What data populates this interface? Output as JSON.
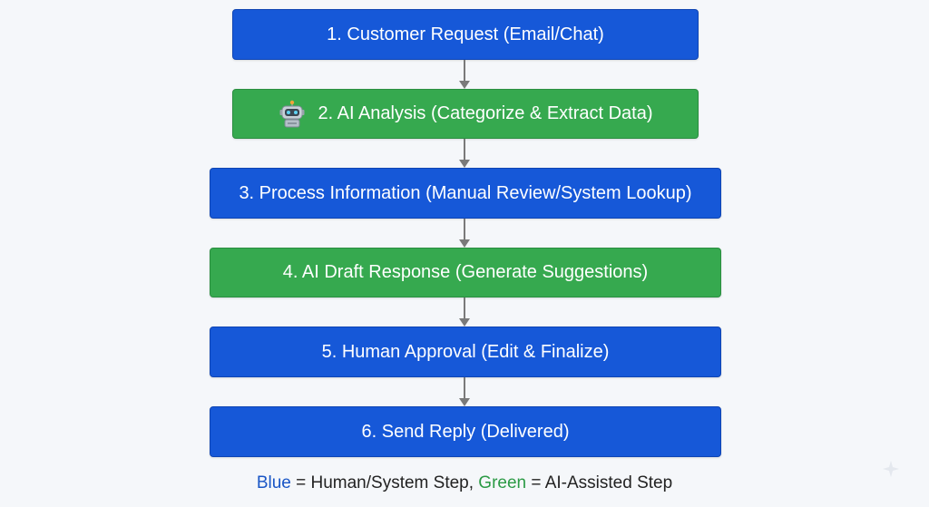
{
  "steps": [
    {
      "label": "1. Customer Request (Email/Chat)",
      "kind": "human",
      "color": "#1658d8"
    },
    {
      "label": "2. AI Analysis (Categorize & Extract Data)",
      "kind": "ai",
      "color": "#36a94f",
      "icon": "robot-icon"
    },
    {
      "label": "3. Process Information (Manual Review/System Lookup)",
      "kind": "human",
      "color": "#1658d8"
    },
    {
      "label": "4. AI Draft Response (Generate Suggestions)",
      "kind": "ai",
      "color": "#36a94f"
    },
    {
      "label": "5. Human Approval (Edit & Finalize)",
      "kind": "human",
      "color": "#1658d8"
    },
    {
      "label": "6. Send Reply (Delivered)",
      "kind": "human",
      "color": "#1658d8"
    }
  ],
  "legend": {
    "blue_word": "Blue",
    "blue_desc": " = Human/System Step, ",
    "green_word": "Green",
    "green_desc": " = AI-Assisted Step"
  },
  "colors": {
    "human_step": "#1658d8",
    "ai_step": "#36a94f",
    "connector": "#7a7a7a",
    "background": "#f5f7fa"
  }
}
